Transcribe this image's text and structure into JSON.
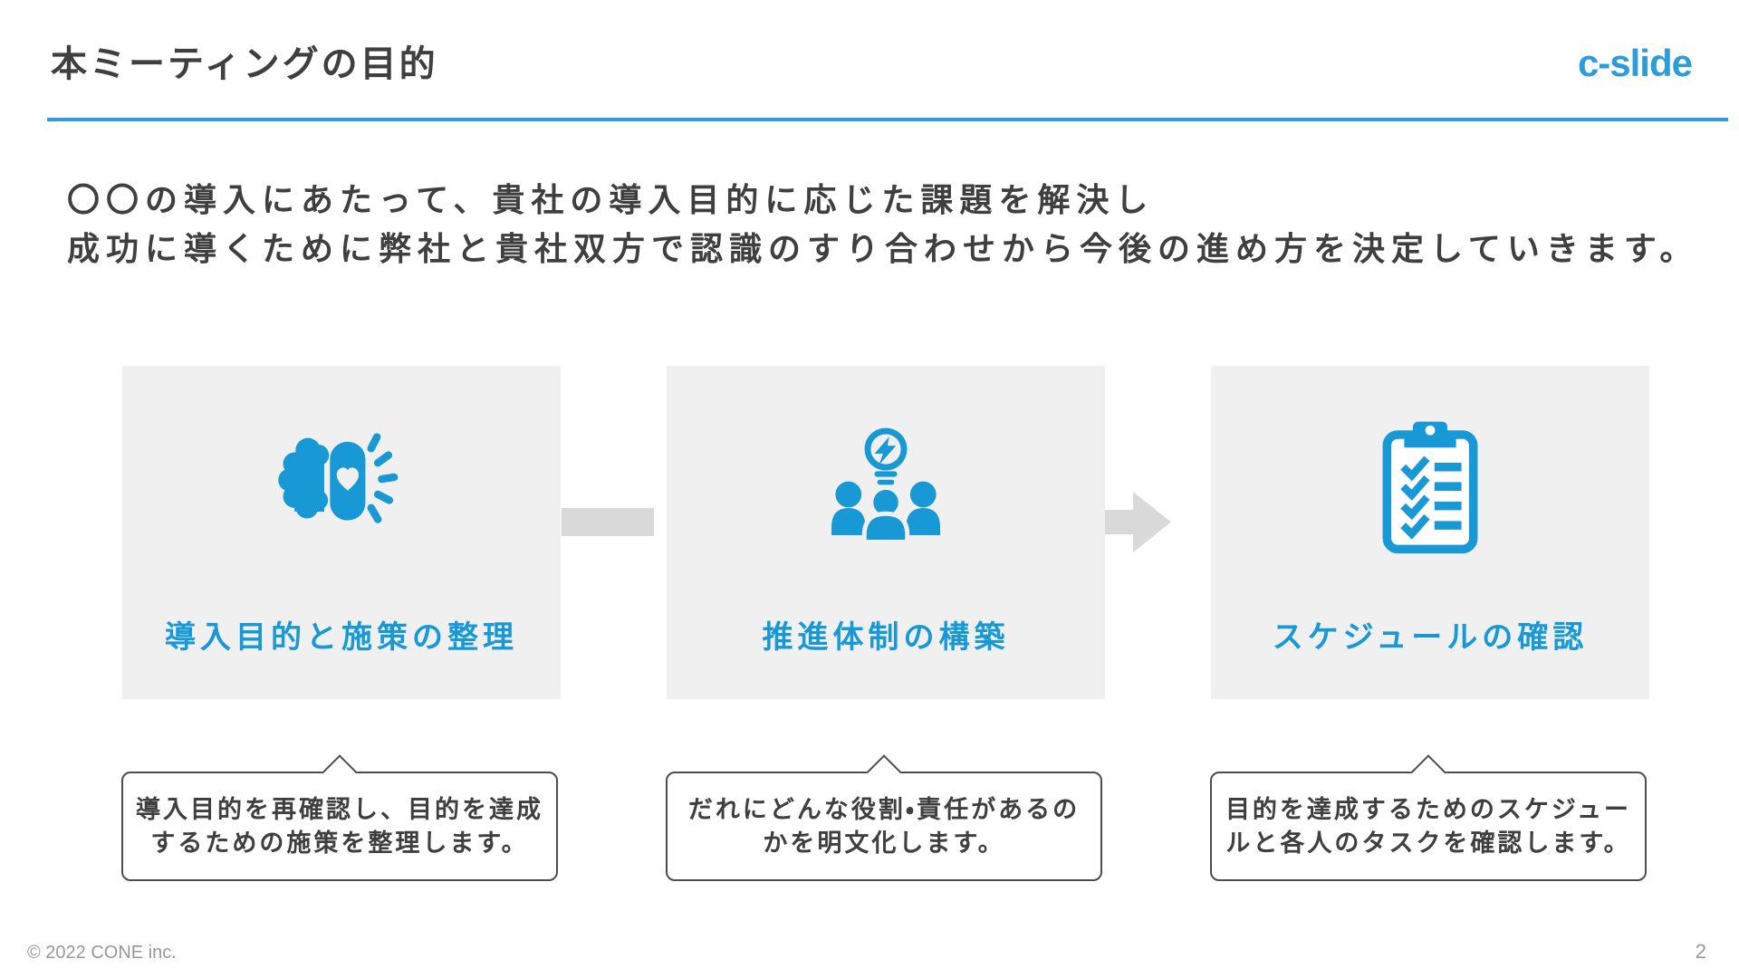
{
  "slide": {
    "title": "本ミーティングの目的",
    "logo_text": "c-slide",
    "intro_lines": [
      "〇〇の導入にあたって、貴社の導入目的に応じた課題を解決し",
      "成功に導くために弊社と貴社双方で認識のすり合わせから今後の進め方を決定していきます。"
    ],
    "steps": [
      {
        "icon": "brain-heart-icon",
        "label": "導入目的と施策の整理",
        "desc_lines": [
          "導入目的を再確認し、目的を達成",
          "するための施策を整理します。"
        ]
      },
      {
        "icon": "team-lightbulb-icon",
        "label": "推進体制の構築",
        "desc_lines": [
          "だれにどんな役割・責任があるの",
          "かを明文化します。"
        ]
      },
      {
        "icon": "checklist-clipboard-icon",
        "label": "スケジュールの確認",
        "desc_lines": [
          "目的を達成するためのスケジュー",
          "ルと各人のタスクを確認します。"
        ]
      }
    ],
    "footer": {
      "copyright": "© 2022 CONE inc.",
      "page_number": "2"
    }
  },
  "colors": {
    "accent_blue": "#1899D6",
    "logo_blue": "#2D9CDB",
    "underline_blue": "#2E9BDB",
    "box_gray": "#F0F0F0",
    "connector_gray": "#D9D9D9",
    "text_dark": "#3F3F3F",
    "border_dark": "#4D4D4D",
    "footer_gray": "#989898"
  }
}
